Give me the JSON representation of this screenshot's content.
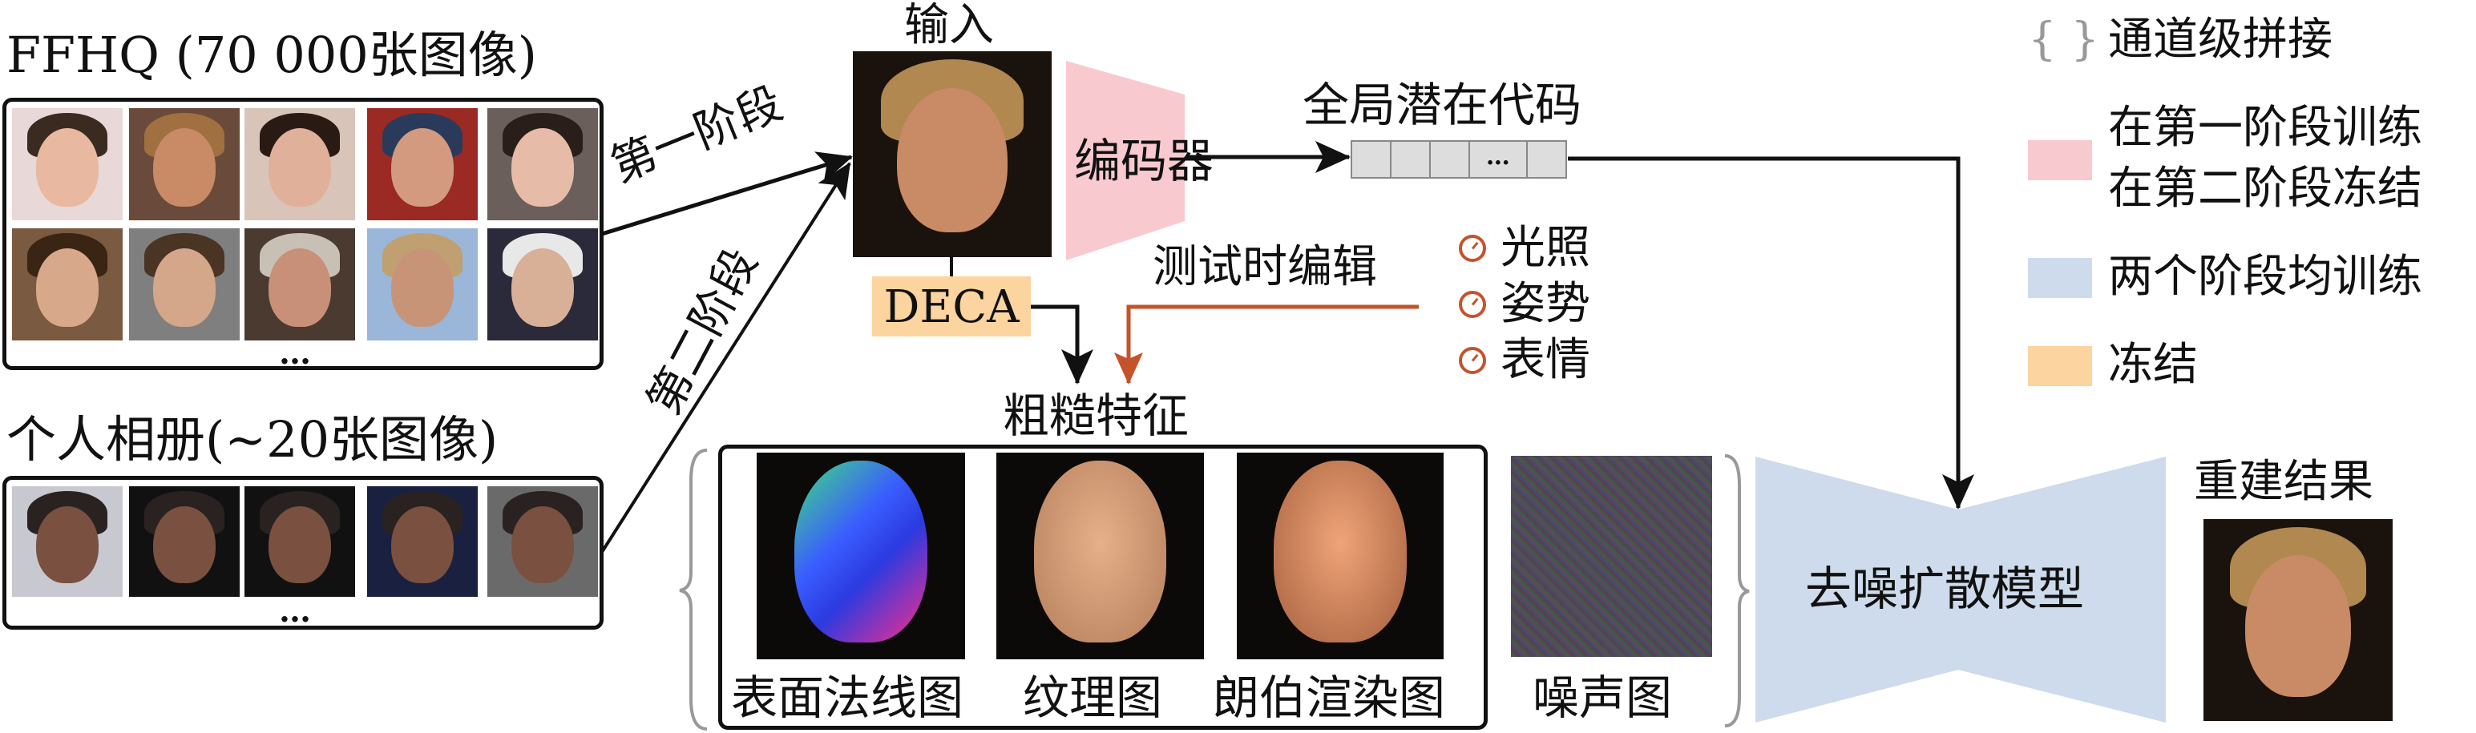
{
  "ffhq": {
    "title": "FFHQ (70 000张图像)",
    "ellipsis": "…",
    "face_count": 10
  },
  "album": {
    "title": "个人相册(~20张图像)",
    "ellipsis": "…",
    "face_count": 5
  },
  "stages": {
    "stage1": "第一阶段",
    "stage2": "第二阶段"
  },
  "input": {
    "label": "输入"
  },
  "encoder": {
    "label": "编码器",
    "color": "#f8c9cf"
  },
  "latent": {
    "label": "全局潜在代码",
    "ellipsis": "…"
  },
  "deca": {
    "label": "DECA",
    "color": "#fbd49f"
  },
  "edit": {
    "label": "测试时编辑",
    "color": "#c4532b",
    "items": [
      "光照",
      "姿势",
      "表情"
    ]
  },
  "coarse": {
    "title": "粗糙特征",
    "items": [
      "表面法线图",
      "纹理图",
      "朗伯渲染图"
    ]
  },
  "noise": {
    "label": "噪声图"
  },
  "diffusion": {
    "label": "去噪扩散模型",
    "color": "#cddbec"
  },
  "output": {
    "label": "重建结果"
  },
  "legend": {
    "concat": {
      "symbol": "{ }",
      "label": "通道级拼接"
    },
    "pink": {
      "line1": "在第一阶段训练",
      "line2": "在第二阶段冻结",
      "color": "#f8c9cf"
    },
    "blue": {
      "label": "两个阶段均训练",
      "color": "#cddbec"
    },
    "orange": {
      "label": "冻结",
      "color": "#fbd49f"
    }
  }
}
